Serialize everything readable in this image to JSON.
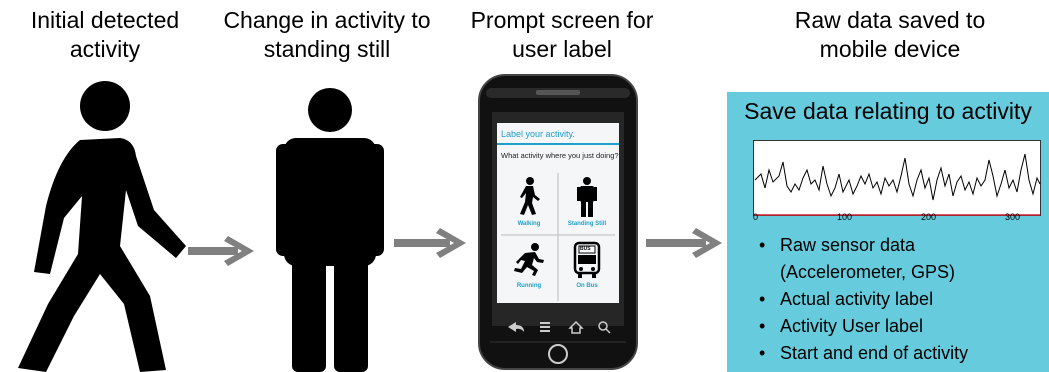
{
  "stages": [
    {
      "caption": "Initial detected activity"
    },
    {
      "caption": "Change in activity to standing still"
    },
    {
      "caption": "Prompt screen for user label"
    },
    {
      "caption": "Raw data saved to mobile device"
    }
  ],
  "phone": {
    "screen_title": "Label your activity.",
    "question": "What activity where you just doing?",
    "options": [
      "Walking",
      "Standing Still",
      "Running",
      "On Bus"
    ],
    "bus_sign": "BUS"
  },
  "panel": {
    "title": "Save data relating to activity",
    "axis_ticks": [
      "0",
      "100",
      "200",
      "300"
    ],
    "bullets": [
      "Raw sensor data (Accelerometer, GPS)",
      "Actual activity label",
      "Activity User label",
      "Start and end of activity"
    ]
  },
  "colors": {
    "panel": "#66cbdc",
    "arrow": "#808080",
    "accent": "#1fa0c8"
  }
}
